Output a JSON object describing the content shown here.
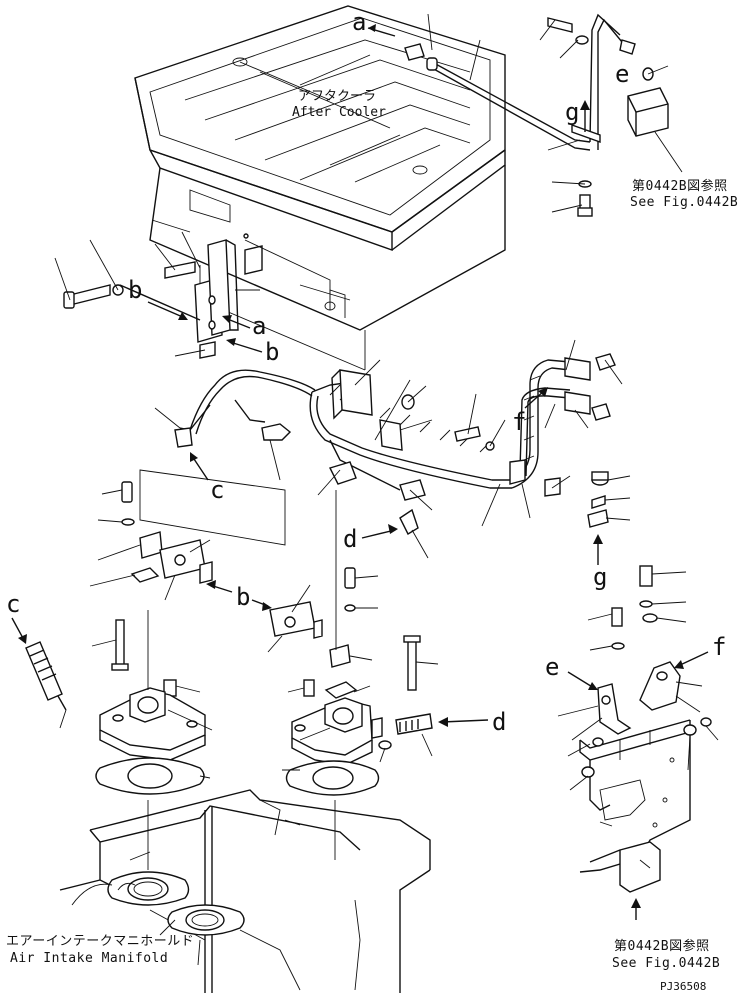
{
  "labels": {
    "after_cooler_jp": "アフタクーラ",
    "after_cooler_en": "After Cooler",
    "intake_jp": "エアーインテークマニホールド",
    "intake_en": "Air Intake Manifold",
    "see_fig_top_jp": "第0442B図参照",
    "see_fig_top_en": "See Fig.0442B",
    "see_fig_bottom_jp": "第0442B図参照",
    "see_fig_bottom_en": "See Fig.0442B",
    "drawing_code": "PJ36508"
  },
  "connection_letters": {
    "a_top": "a",
    "a_mid": "a",
    "b_left": "b",
    "b_mid": "b",
    "b_center": "b",
    "c_left": "c",
    "c_center": "c",
    "d_center": "d",
    "d_right": "d",
    "e_top": "e",
    "e_bottom": "e",
    "f_pipe": "f",
    "f_bottom": "f",
    "g_top": "g",
    "g_bottom": "g"
  }
}
